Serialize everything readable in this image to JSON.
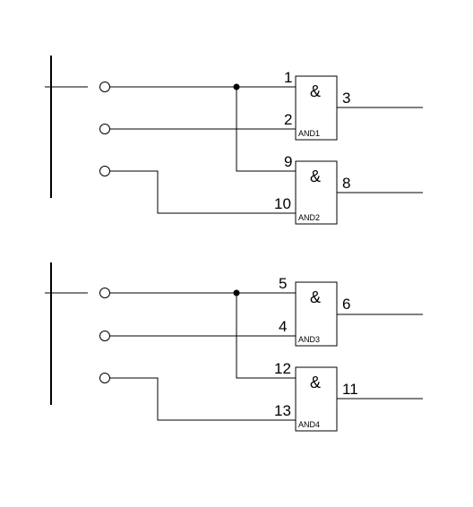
{
  "gates": [
    {
      "symbol": "&",
      "name": "AND1",
      "in1": "1",
      "in2": "2",
      "out": "3"
    },
    {
      "symbol": "&",
      "name": "AND2",
      "in1": "9",
      "in2": "10",
      "out": "8"
    },
    {
      "symbol": "&",
      "name": "AND3",
      "in1": "5",
      "in2": "4",
      "out": "6"
    },
    {
      "symbol": "&",
      "name": "AND4",
      "in1": "12",
      "in2": "13",
      "out": "11"
    }
  ]
}
